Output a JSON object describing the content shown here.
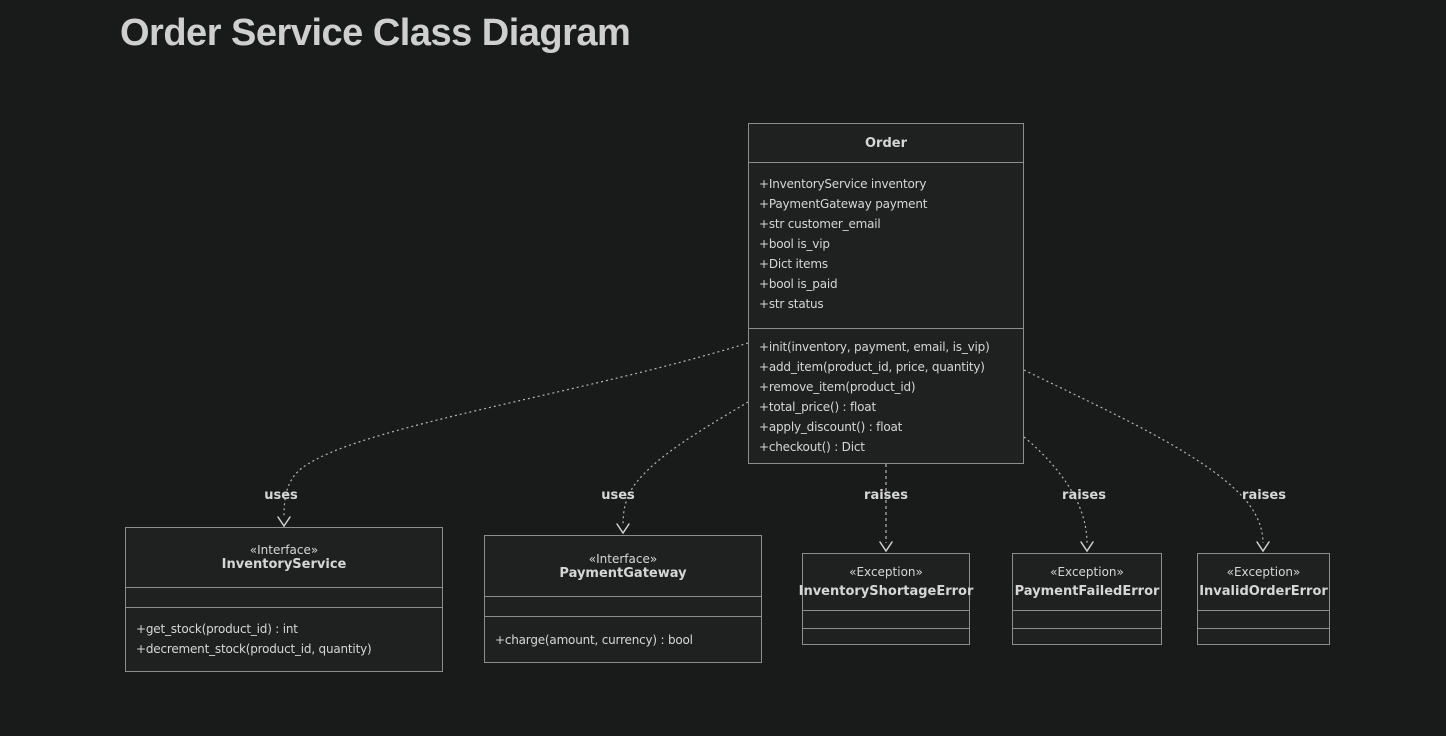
{
  "title": "Order Service Class Diagram",
  "colors": {
    "background": "#191a1a",
    "node-fill": "#1f2121",
    "node-border": "#8d8d8d",
    "text": "#d6d6d6",
    "title-text": "#cfcfcf",
    "edge": "#b5b5b5"
  },
  "classes": {
    "order": {
      "name": "Order",
      "attributes": [
        "+InventoryService inventory",
        "+PaymentGateway payment",
        "+str customer_email",
        "+bool is_vip",
        "+Dict items",
        "+bool is_paid",
        "+str status"
      ],
      "methods": [
        "+init(inventory, payment, email, is_vip)",
        "+add_item(product_id, price, quantity)",
        "+remove_item(product_id)",
        "+total_price() : float",
        "+apply_discount() : float",
        "+checkout() : Dict"
      ]
    },
    "inventory_service": {
      "stereotype": "«Interface»",
      "name": "InventoryService",
      "methods": [
        "+get_stock(product_id) : int",
        "+decrement_stock(product_id, quantity)"
      ]
    },
    "payment_gateway": {
      "stereotype": "«Interface»",
      "name": "PaymentGateway",
      "methods": [
        "+charge(amount, currency) : bool"
      ]
    },
    "inventory_shortage_error": {
      "stereotype": "«Exception»",
      "name": "InventoryShortageError"
    },
    "payment_failed_error": {
      "stereotype": "«Exception»",
      "name": "PaymentFailedError"
    },
    "invalid_order_error": {
      "stereotype": "«Exception»",
      "name": "InvalidOrderError"
    }
  },
  "edges": [
    {
      "from": "Order",
      "to": "InventoryService",
      "label": "uses"
    },
    {
      "from": "Order",
      "to": "PaymentGateway",
      "label": "uses"
    },
    {
      "from": "Order",
      "to": "InventoryShortageError",
      "label": "raises"
    },
    {
      "from": "Order",
      "to": "PaymentFailedError",
      "label": "raises"
    },
    {
      "from": "Order",
      "to": "InvalidOrderError",
      "label": "raises"
    }
  ]
}
